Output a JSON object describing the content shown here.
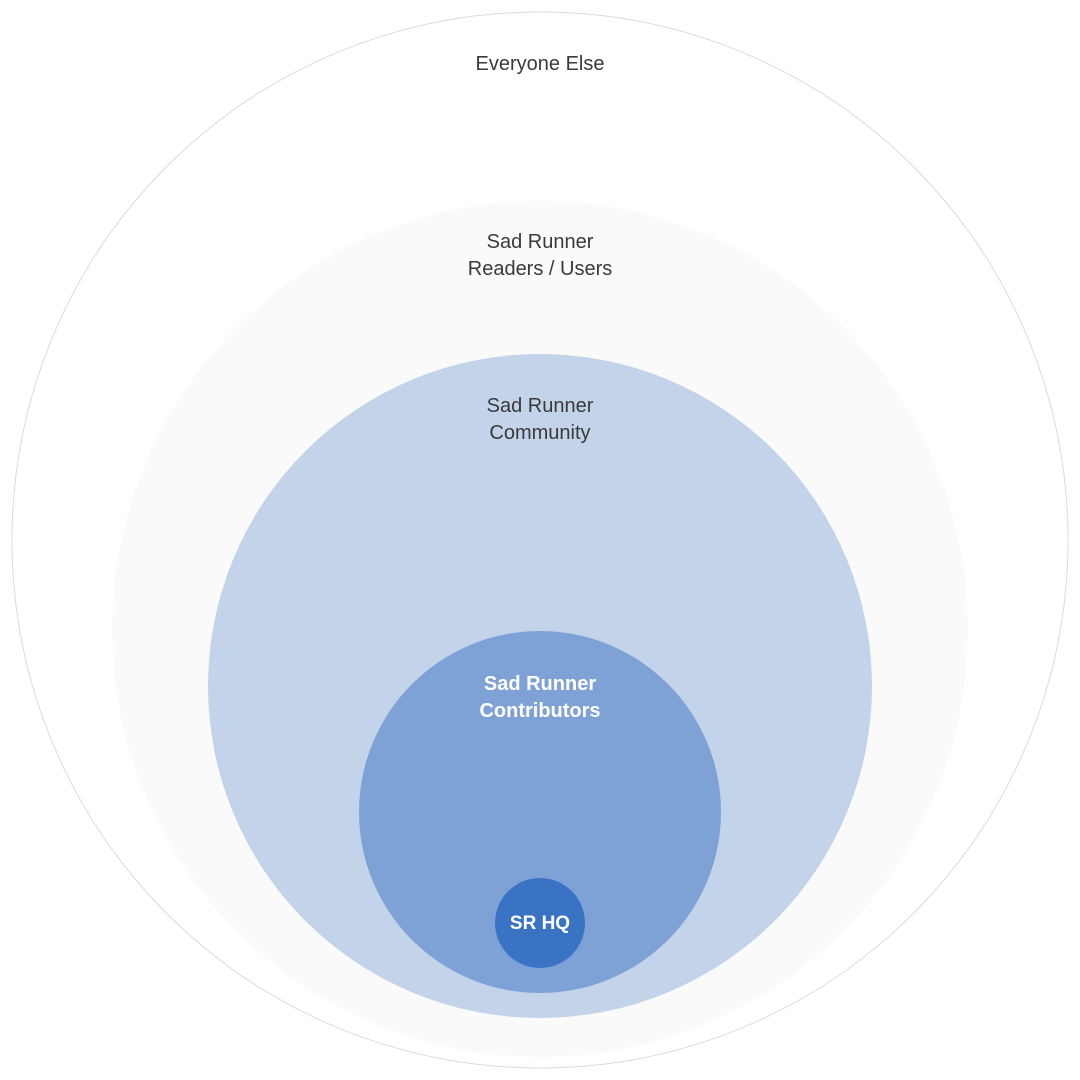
{
  "rings": [
    {
      "id": "everyone-else",
      "lines": [
        "Everyone Else"
      ],
      "fill": "#ffffff",
      "stroke": "#dcdcdc",
      "text_color": "#3a3a3a"
    },
    {
      "id": "readers-users",
      "lines": [
        "Sad Runner",
        "Readers / Users"
      ],
      "fill": "#fafafa",
      "stroke": "",
      "text_color": "#3a3a3a"
    },
    {
      "id": "community",
      "lines": [
        "Sad Runner",
        "Community"
      ],
      "fill": "#c3d3e9",
      "stroke": "",
      "text_color": "#3a3a3a"
    },
    {
      "id": "contributors",
      "lines": [
        "Sad Runner",
        "Contributors"
      ],
      "fill": "#7fa2d6",
      "stroke": "",
      "text_color": "#ffffff"
    },
    {
      "id": "hq",
      "lines": [
        "SR HQ"
      ],
      "fill": "#3a73c4",
      "stroke": "",
      "text_color": "#ffffff"
    }
  ]
}
